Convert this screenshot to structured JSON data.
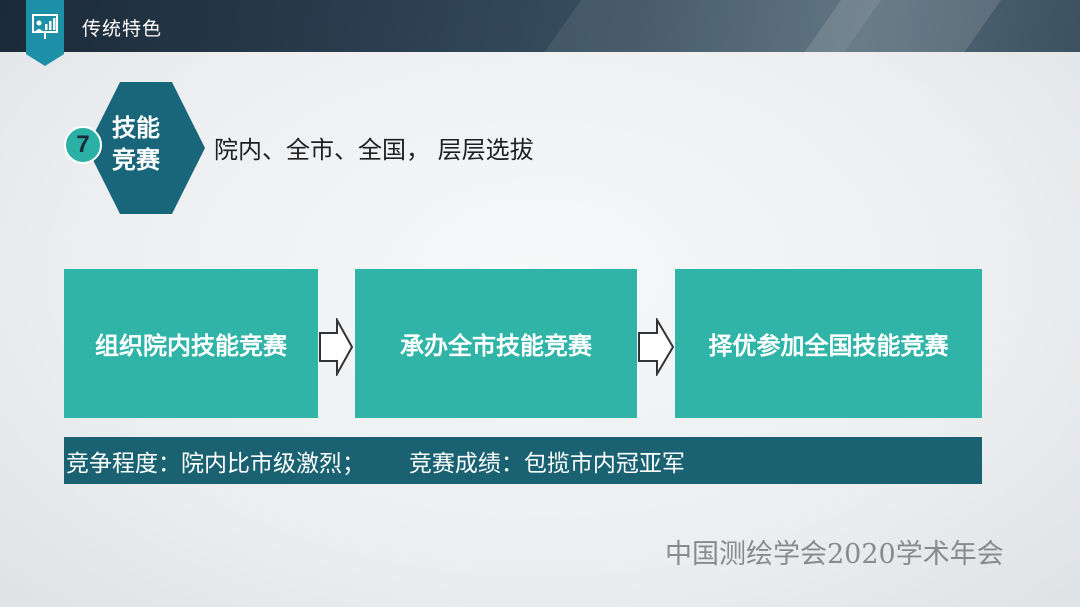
{
  "header": {
    "title": "传统特色",
    "icon": "presentation-chart-icon"
  },
  "section": {
    "number": "7",
    "label_line1": "技能",
    "label_line2": "竞赛",
    "intro": "院内、全市、全国， 层层选拔"
  },
  "steps": [
    {
      "label": "组织院内技能竞赛"
    },
    {
      "label": "承办全市技能竞赛"
    },
    {
      "label": "择优参加全国技能竞赛"
    }
  ],
  "info_bar": {
    "text": "竞争程度：院内比市级激烈；      竞赛成绩：包揽市内冠亚军"
  },
  "footer": "中国测绘学会2020学术年会",
  "colors": {
    "teal": "#2fb4a7",
    "dark_teal": "#1a6272",
    "hex_fill": "#19667a",
    "header_dark": "#1b2a38"
  }
}
